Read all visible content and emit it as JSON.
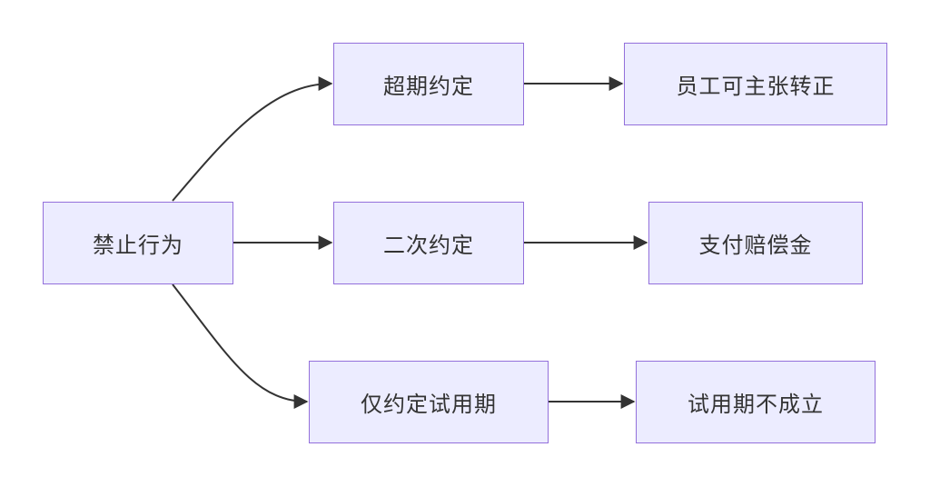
{
  "nodes": {
    "root": "禁止行为",
    "overdue_agreement": "超期约定",
    "second_agreement": "二次约定",
    "probation_only": "仅约定试用期",
    "claim_regularization": "员工可主张转正",
    "pay_compensation": "支付赔偿金",
    "probation_invalid": "试用期不成立"
  },
  "colors": {
    "node_fill": "#ececff",
    "node_border": "#9370db",
    "edge": "#333333",
    "text": "#333333"
  }
}
